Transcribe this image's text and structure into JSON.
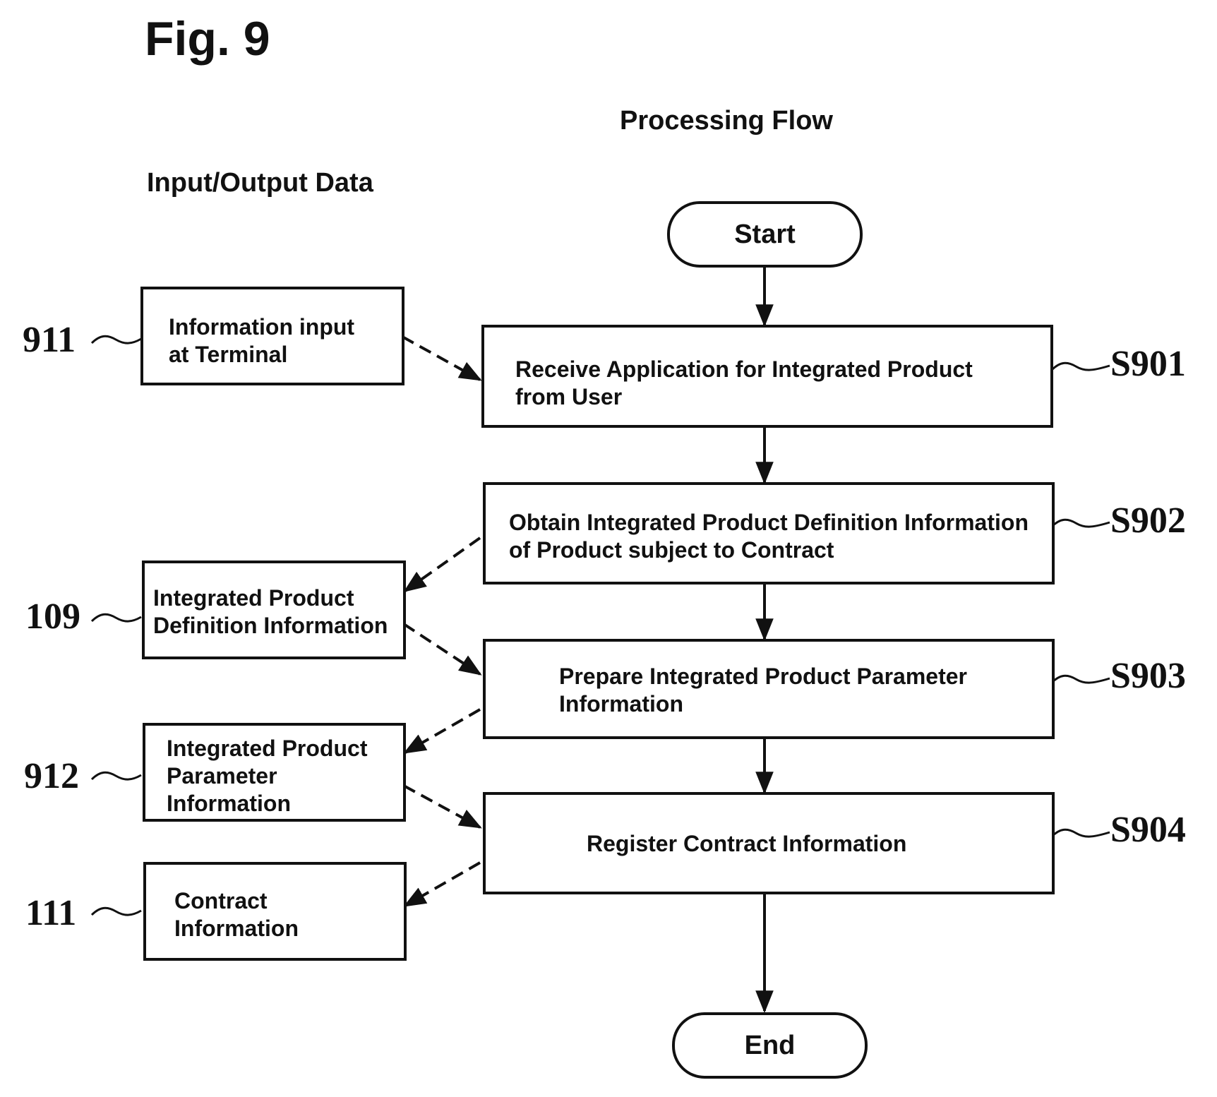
{
  "figure": {
    "label": "Fig. 9"
  },
  "headers": {
    "processing": "Processing Flow",
    "io": "Input/Output Data"
  },
  "terminals": {
    "start": "Start",
    "end": "End"
  },
  "steps": [
    {
      "ref": "S901",
      "lines": [
        "Receive Application for Integrated Product",
        "from User"
      ]
    },
    {
      "ref": "S902",
      "lines": [
        "Obtain Integrated Product Definition Information",
        "of Product subject to Contract"
      ]
    },
    {
      "ref": "S903",
      "lines": [
        "Prepare Integrated Product Parameter",
        "Information"
      ]
    },
    {
      "ref": "S904",
      "lines": [
        "Register Contract Information"
      ]
    }
  ],
  "data_items": [
    {
      "ref": "911",
      "lines": [
        "Information input",
        "at Terminal"
      ]
    },
    {
      "ref": "109",
      "lines": [
        "Integrated Product",
        "Definition Information"
      ]
    },
    {
      "ref": "912",
      "lines": [
        "Integrated Product",
        "Parameter",
        "Information"
      ]
    },
    {
      "ref": "111",
      "lines": [
        "Contract",
        "Information"
      ]
    }
  ],
  "colors": {
    "ink": "#111111",
    "background": "#ffffff"
  }
}
